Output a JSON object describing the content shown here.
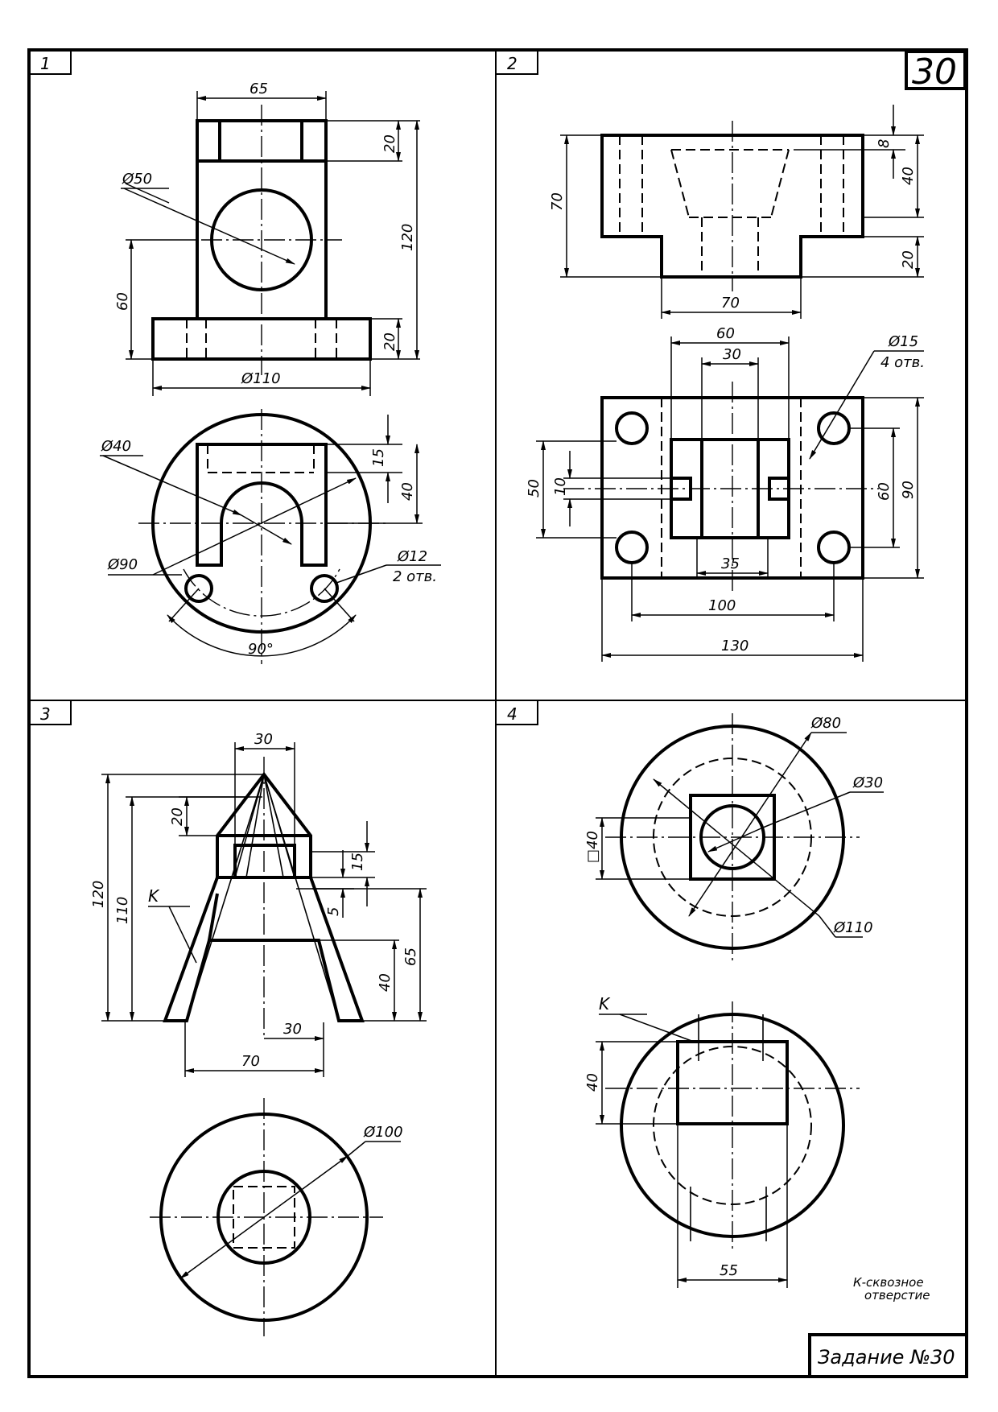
{
  "sheet": {
    "badge": "30",
    "title": "Задание №30"
  },
  "panels": [
    {
      "number": "1",
      "dimensions": [
        "65",
        "20",
        "120",
        "Ø50",
        "60",
        "20",
        "Ø110",
        "Ø40",
        "15",
        "40",
        "Ø90",
        "Ø12",
        "2 отв.",
        "90°"
      ]
    },
    {
      "number": "2",
      "dimensions": [
        "8",
        "40",
        "70",
        "20",
        "70",
        "60",
        "30",
        "Ø15",
        "4 отв.",
        "50",
        "10",
        "60",
        "90",
        "35",
        "100",
        "130"
      ]
    },
    {
      "number": "3",
      "dimensions": [
        "30",
        "20",
        "120",
        "110",
        "15",
        "5",
        "65",
        "40",
        "30",
        "70",
        "Ø100"
      ],
      "labels": [
        "K"
      ]
    },
    {
      "number": "4",
      "dimensions": [
        "Ø80",
        "Ø30",
        "□40",
        "Ø110",
        "40",
        "55"
      ],
      "labels": [
        "K"
      ],
      "note_line1": "К-сквозное",
      "note_line2": "отверстие"
    }
  ]
}
